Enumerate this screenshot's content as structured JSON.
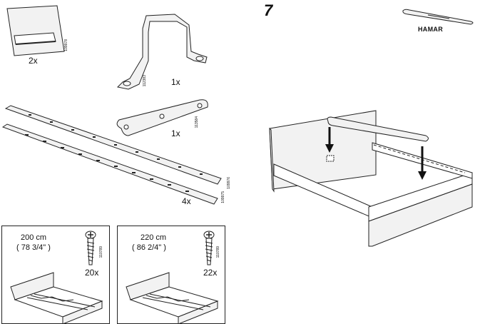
{
  "parts": {
    "plate": {
      "qty": "2x",
      "code": "109978"
    },
    "bracket": {
      "qty": "1x",
      "code": "112383"
    },
    "flat_plate": {
      "qty": "1x",
      "code": "113584"
    },
    "rails": {
      "qty": "4x",
      "code_a": "109975",
      "code_b": "109976"
    }
  },
  "options": [
    {
      "size_cm": "200 cm",
      "size_in": "( 78 3/4\" )",
      "qty": "20x",
      "code": "110789"
    },
    {
      "size_cm": "220 cm",
      "size_in": "( 86 2/4\" )",
      "qty": "22x",
      "code": "110789"
    }
  ],
  "step": {
    "number": "7",
    "tool": "HAMAR"
  }
}
